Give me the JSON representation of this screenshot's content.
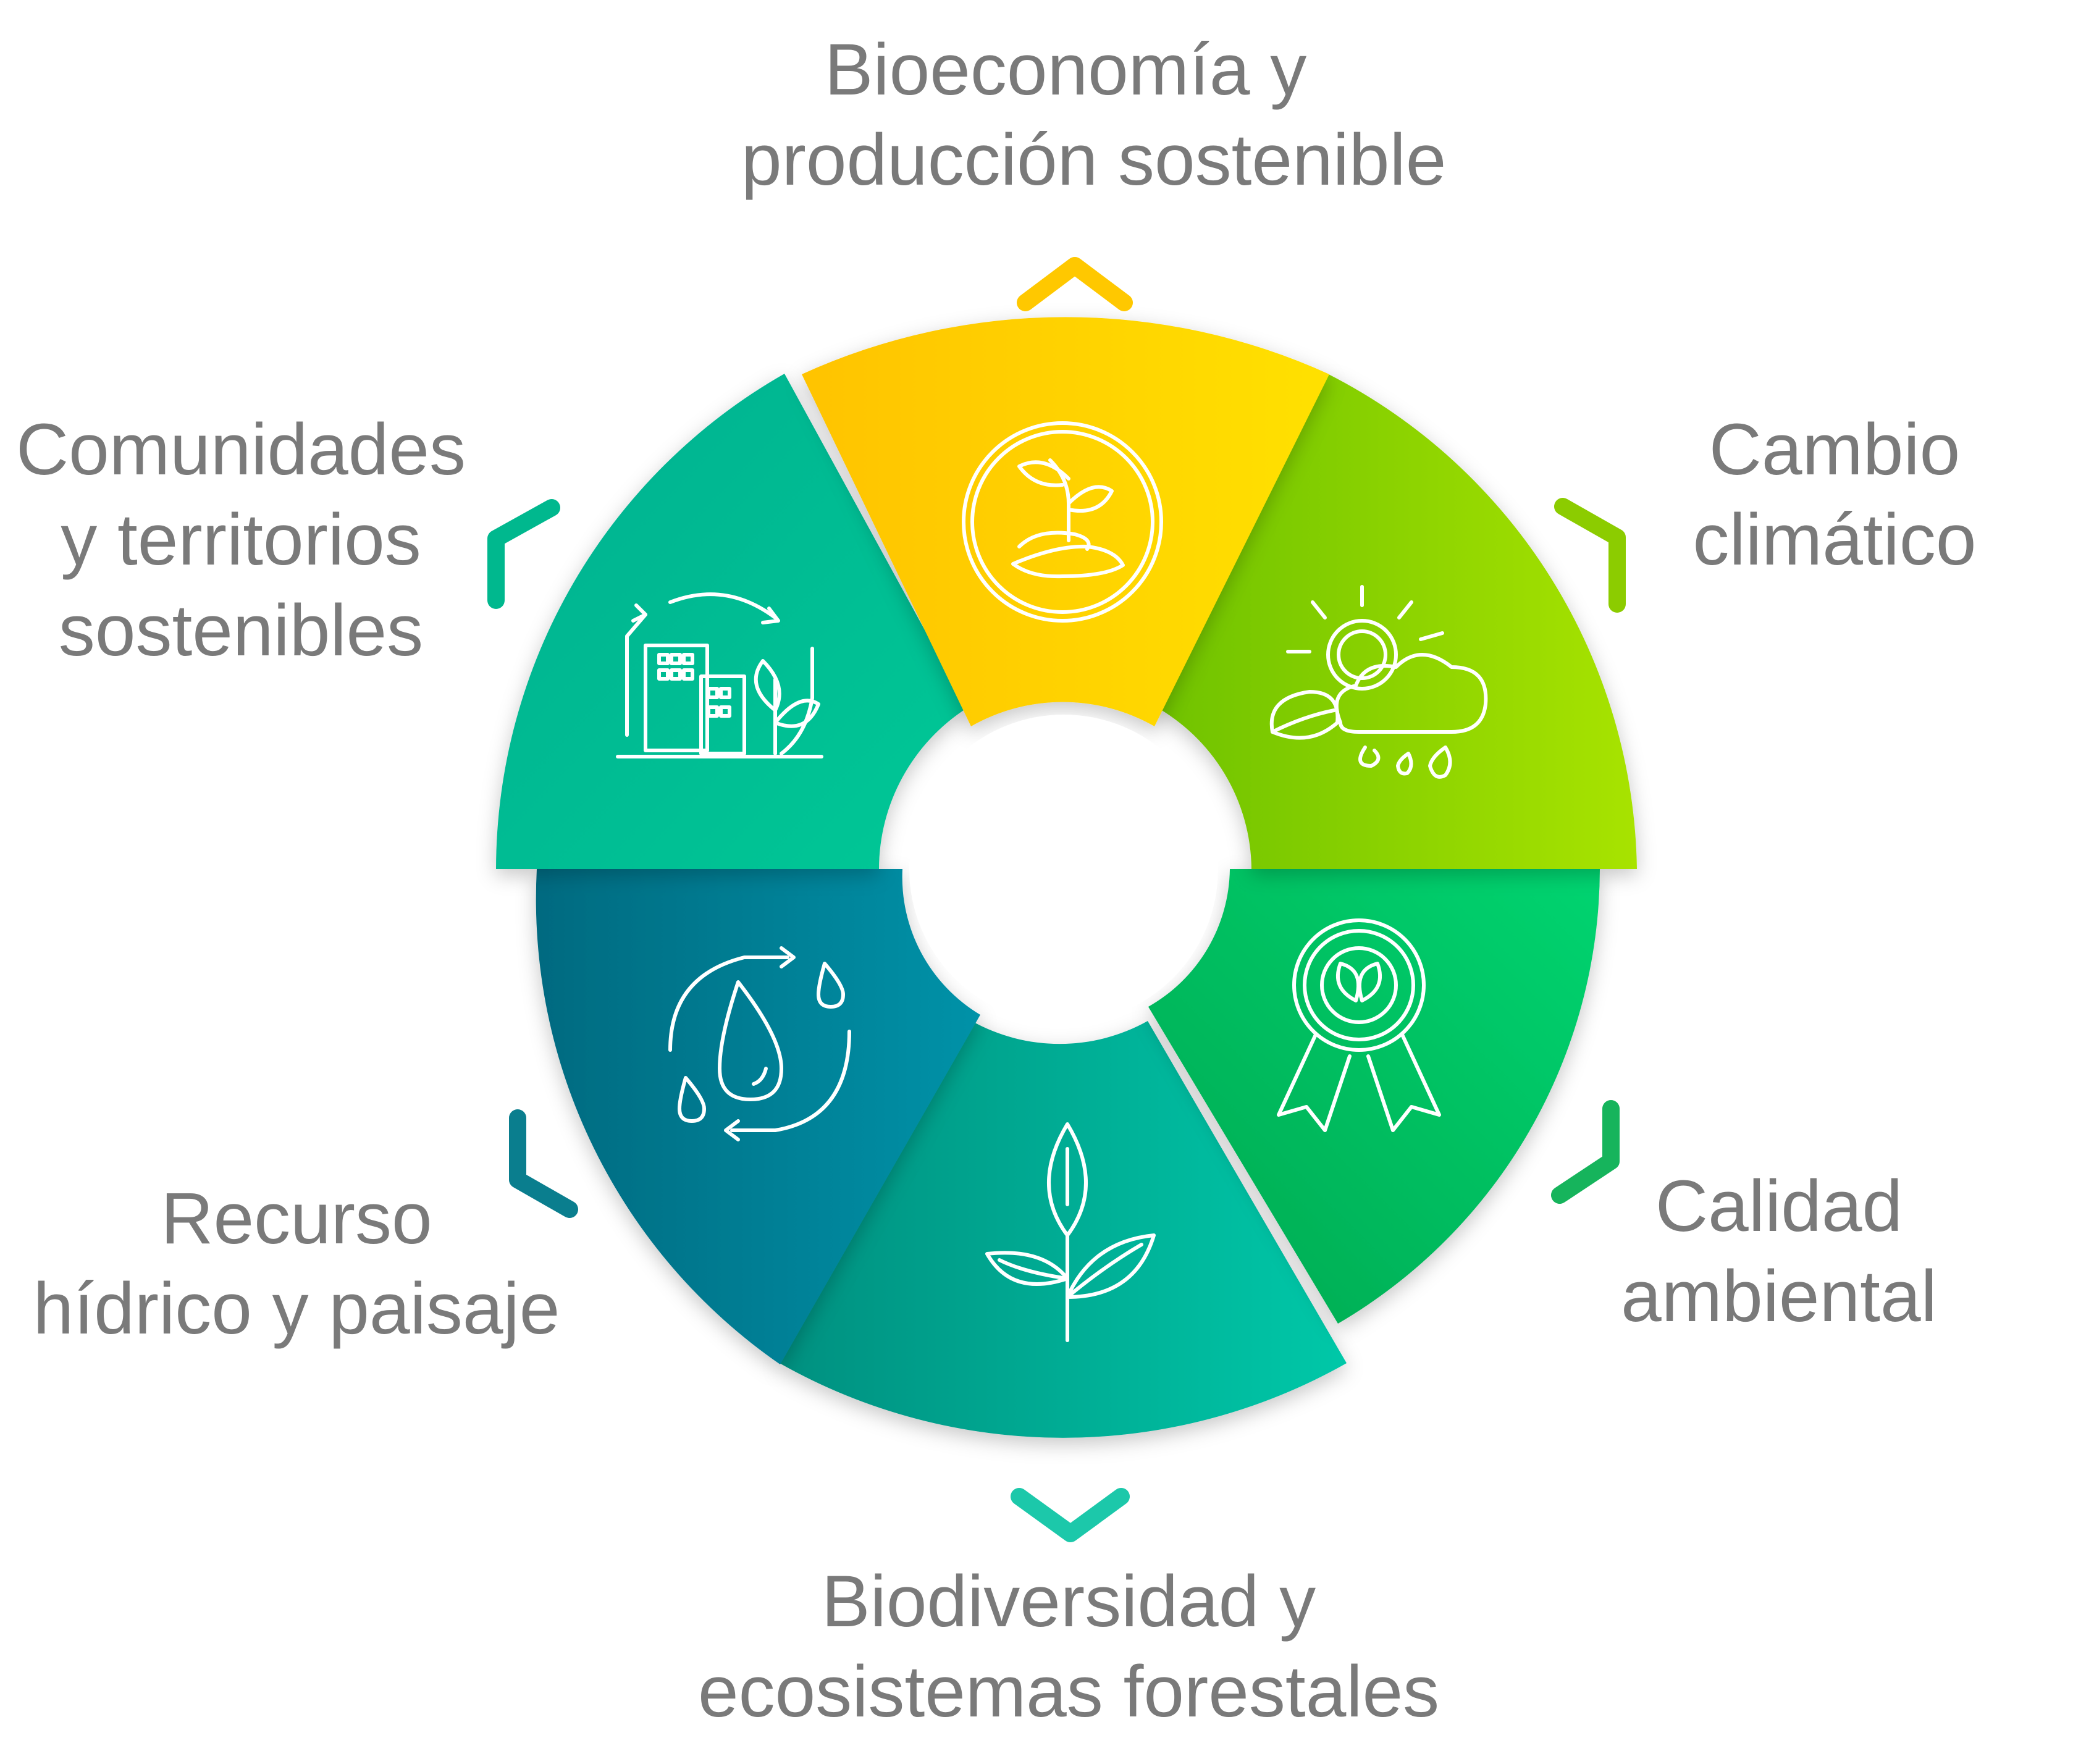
{
  "segments": [
    {
      "id": "bioeconomia",
      "icon": "seedling-in-hand-icon",
      "colors": [
        "#ffc300",
        "#ffe100"
      ],
      "label": [
        "Bioeconomía y",
        "producción sostenible"
      ]
    },
    {
      "id": "cambio-climatico",
      "icon": "sun-cloud-rain-icon",
      "colors": [
        "#6fc200",
        "#a8e300"
      ],
      "label": [
        "Cambio",
        "climático"
      ]
    },
    {
      "id": "calidad-ambiental",
      "icon": "award-ribbon-icon",
      "colors": [
        "#00a850",
        "#00d470"
      ],
      "label": [
        "Calidad",
        "ambiental"
      ]
    },
    {
      "id": "biodiversidad",
      "icon": "plant-leaves-icon",
      "colors": [
        "#009080",
        "#00c8a8"
      ],
      "label": [
        "Biodiversidad y",
        "ecosistemas forestales"
      ]
    },
    {
      "id": "recurso-hidrico",
      "icon": "water-cycle-icon",
      "colors": [
        "#006a80",
        "#0092a8"
      ],
      "label": [
        "Recurso",
        "hídrico y paisaje"
      ]
    },
    {
      "id": "comunidades",
      "icon": "sustainable-city-icon",
      "colors": [
        "#00b090",
        "#00c896"
      ],
      "label": [
        "Comunidades",
        "y territorios",
        "sostenibles"
      ]
    }
  ],
  "chevron_colors": {
    "top": "#ffc800",
    "top-right": "#8ccc00",
    "bottom-right": "#16b45c",
    "bottom": "#1cc8aa",
    "bottom-left": "#0a7e8e",
    "top-left": "#00b88e"
  }
}
